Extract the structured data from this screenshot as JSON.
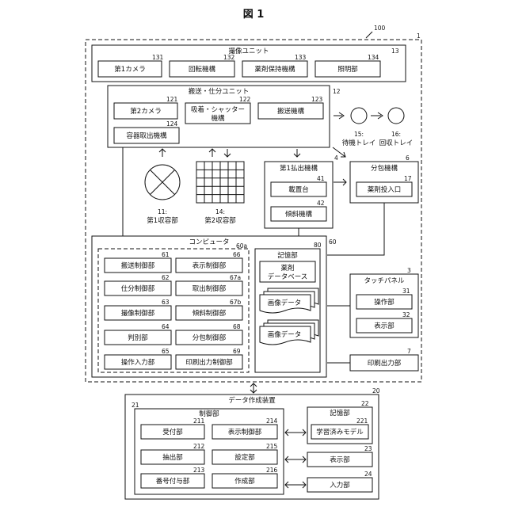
{
  "figure_title": "図 1",
  "labels": {
    "system_ref": "100",
    "system_ref_1": "1",
    "imaging_unit": "撮像ユニット",
    "imaging_unit_ref": "13",
    "camera1": "第1カメラ",
    "camera1_ref": "131",
    "rotation": "回転機構",
    "rotation_ref": "132",
    "drug_holding": "薬剤保持機構",
    "drug_holding_ref": "133",
    "lighting": "照明部",
    "lighting_ref": "134",
    "transport_unit": "搬送・仕分ユニット",
    "transport_unit_ref": "12",
    "camera2": "第2カメラ",
    "camera2_ref": "121",
    "suction_line1": "吸着・シャッター",
    "suction_line2": "機構",
    "suction_ref": "122",
    "transport_mech": "搬送機構",
    "transport_mech_ref": "123",
    "container_take": "容器取出機構",
    "container_take_ref": "124",
    "standby_tray_num": "15:",
    "standby_tray": "待機トレイ",
    "recovery_tray_num": "16:",
    "recovery_tray": "回収トレイ",
    "storage1_num": "11:",
    "storage1": "第1収容部",
    "storage2_num": "14:",
    "storage2": "第2収容部",
    "dispense1": "第1払出機構",
    "dispense1_ref": "4",
    "placement": "載置台",
    "placement_ref": "41",
    "tilt": "傾斜機構",
    "tilt_ref": "42",
    "packaging": "分包機構",
    "packaging_ref": "6",
    "drug_input": "薬剤投入口",
    "drug_input_ref": "17",
    "computer": "コンピュータ",
    "computer_ref": "60",
    "computer_inner_ref": "60a",
    "transport_ctrl": "搬送制御部",
    "transport_ctrl_ref": "61",
    "sort_ctrl": "仕分制御部",
    "sort_ctrl_ref": "62",
    "imaging_ctrl": "撮像制御部",
    "imaging_ctrl_ref": "63",
    "discrim": "判別部",
    "discrim_ref": "64",
    "op_input": "操作入力部",
    "op_input_ref": "65",
    "display_ctrl": "表示制御部",
    "display_ctrl_ref": "66",
    "takeout_ctrl": "取出制御部",
    "takeout_ctrl_ref": "67a",
    "tilt_ctrl": "傾斜制御部",
    "tilt_ctrl_ref": "67b",
    "pack_ctrl": "分包制御部",
    "pack_ctrl_ref": "68",
    "print_ctrl": "印刷出力制御部",
    "print_ctrl_ref": "69",
    "storage_unit": "記憶部",
    "storage_unit_ref": "80",
    "drug_db_line1": "薬剤",
    "drug_db_line2": "データベース",
    "image_data_1": "画像データ",
    "image_data_2": "画像データ",
    "touch_panel": "タッチパネル",
    "touch_panel_ref": "3",
    "operation": "操作部",
    "operation_ref": "31",
    "display": "表示部",
    "display_ref": "32",
    "print_output": "印刷出力部",
    "print_output_ref": "7",
    "data_creation": "データ作成装置",
    "data_creation_ref": "20",
    "control": "制御部",
    "control_ref": "21",
    "receive": "受付部",
    "receive_ref": "211",
    "extract": "抽出部",
    "extract_ref": "212",
    "numbering": "番号付与部",
    "numbering_ref": "213",
    "disp_ctrl2": "表示制御部",
    "disp_ctrl2_ref": "214",
    "setting": "設定部",
    "setting_ref": "215",
    "creation": "作成部",
    "creation_ref": "216",
    "memory2": "記憶部",
    "memory2_ref": "22",
    "trained_model": "学習済みモデル",
    "trained_model_ref": "221",
    "display2": "表示部",
    "display2_ref": "23",
    "input2": "入力部",
    "input2_ref": "24"
  }
}
